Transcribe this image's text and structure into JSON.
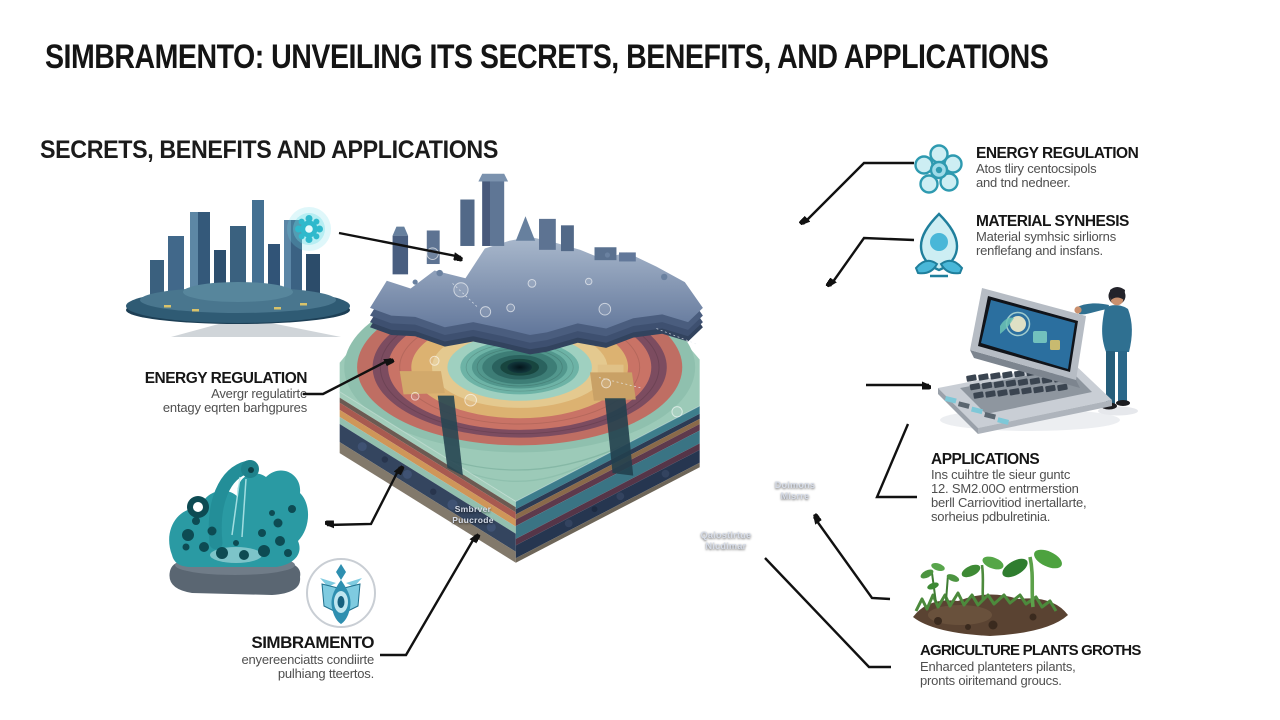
{
  "page": {
    "title_lead": "SIMBRAMENTO:",
    "title_rest": " UNVEILING ITS SECRETS, BENEFITS, AND APPLICATIONS",
    "subtitle": "SECRETS, BENEFITS AND APPLICATIONS"
  },
  "left": {
    "energy": {
      "heading": "ENERGY REGULATION",
      "line1": "Avergr regulatirte",
      "line2": "entagy eqrten barhgpures"
    },
    "simbramento": {
      "heading": "SIMBRAMENTO",
      "line1": "enyereenciatts condiirte",
      "line2": "pulhiang tteertos."
    }
  },
  "right": {
    "energy": {
      "heading": "ENERGY REGULATION",
      "line1": "Atos tliry centocsipols",
      "line2": "and tnd nedneer."
    },
    "material": {
      "heading": "MATERIAL SYNHESIS",
      "line1": "Material symhsic sirliorns",
      "line2": "renflefang and insfans."
    },
    "applications": {
      "heading": "APPLICATIONS",
      "line1": "Ins cuihtre tle sieur guntc",
      "line2": "12. SM2.00O entrmerstion",
      "line3": "berll Carriovitiod inertallarte,",
      "line4": "sorheius pdbulretinia."
    },
    "agriculture": {
      "heading": "AGRICULTURE PLANTS GROTHS",
      "line1": "Enharced planteters pilants,",
      "line2": "pronts oiritemand groucs."
    }
  },
  "diagram": {
    "label_a": {
      "line1": "Smbrver",
      "line2": "Puucrode"
    },
    "label_b": {
      "line1": "Doimons",
      "line2": "Misrre"
    },
    "label_c": {
      "line1": "Qaiostirtue",
      "line2": "Nicdimar"
    }
  },
  "icons": {
    "gear_glow": "gear-glow-icon",
    "cell": "cell-molecule-icon",
    "droplet": "droplet-seed-icon",
    "badge": "simbramento-badge-icon"
  },
  "colors": {
    "line": "#111111",
    "heading": "#161616",
    "body_text": "#4f4f4f",
    "teal_icon": "#2e9ab0",
    "mint": "#9ccab8",
    "salmon": "#c97366",
    "maroon": "#7c4c60",
    "yellow": "#dcb271",
    "teal": "#52978d",
    "navy": "#2c3b54",
    "city_gray": "#8fa3bd",
    "sculpture_teal": "#2a9aa3"
  }
}
